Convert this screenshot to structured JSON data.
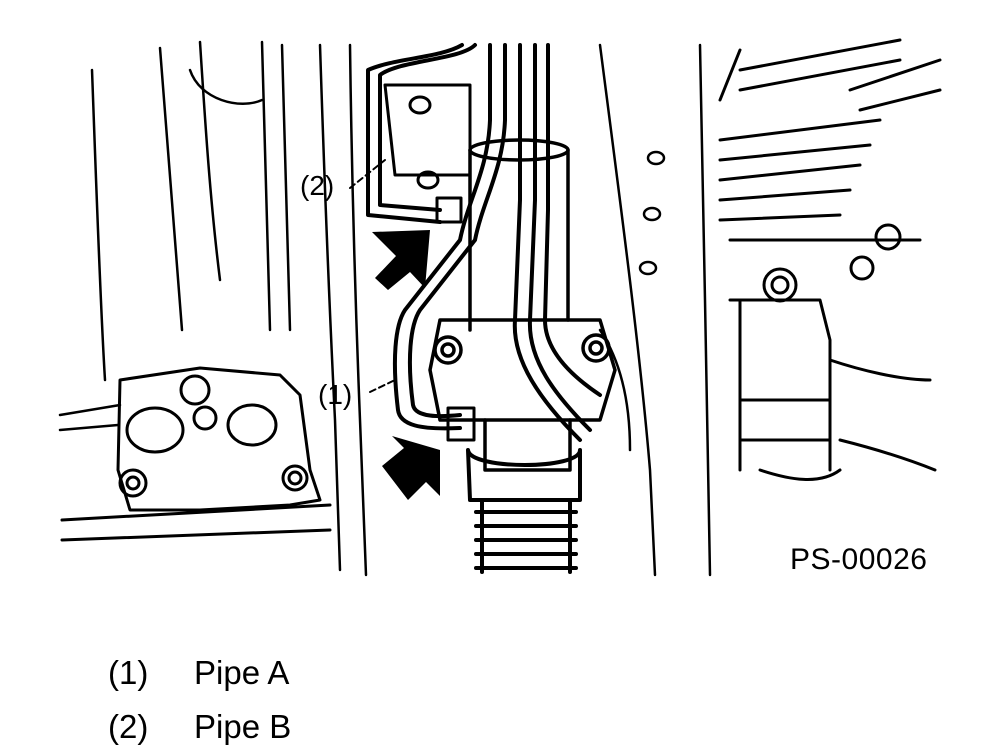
{
  "figure_code": "PS-00026",
  "callouts": {
    "one": "(1)",
    "two": "(2)"
  },
  "legend": [
    {
      "num": "(1)",
      "label": "Pipe A"
    },
    {
      "num": "(2)",
      "label": "Pipe B"
    }
  ]
}
